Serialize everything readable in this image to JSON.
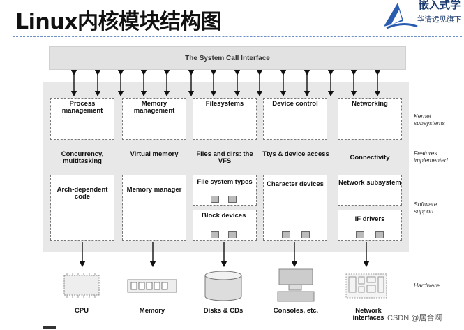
{
  "title": "Linux内核模块结构图",
  "logo": {
    "text": "嵌入式学",
    "sub": "华清远见旗下"
  },
  "syscall": "The System Call Interface",
  "top_boxes": [
    "Process management",
    "Memory management",
    "Filesystems",
    "Device control",
    "Networking"
  ],
  "features": [
    "Concurrency, multitasking",
    "Virtual memory",
    "Files and dirs: the VFS",
    "Ttys & device access",
    "Connectivity"
  ],
  "bottom": {
    "arch": "Arch-dependent code",
    "memmgr": "Memory manager",
    "fstypes": "File system types",
    "blockdev": "Block devices",
    "chardev": "Character devices",
    "netsub": "Network subsystem",
    "ifdrivers": "IF drivers"
  },
  "side_labels": {
    "kernel": "Kernel subsystems",
    "features": "Features implemented",
    "software": "Software support",
    "hardware": "Hardware"
  },
  "hardware": [
    "CPU",
    "Memory",
    "Disks & CDs",
    "Consoles, etc.",
    "Network interfaces"
  ],
  "watermark": "CSDN @居合啊"
}
